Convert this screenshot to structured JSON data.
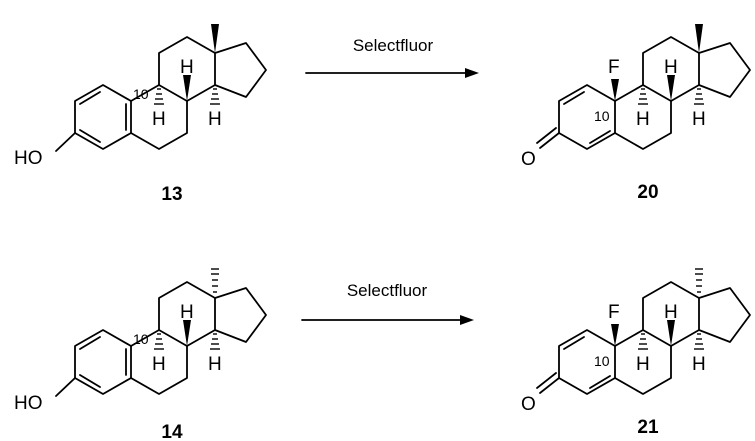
{
  "reactions": [
    {
      "reagent": "Selectfluor",
      "reactant": {
        "number": "13",
        "labels": {
          "oh": "HO",
          "c10": "10",
          "h9": "H",
          "h8": "H",
          "h14": "H"
        }
      },
      "product": {
        "number": "20",
        "labels": {
          "o": "O",
          "f": "F",
          "c10": "10",
          "h9": "H",
          "h8": "H",
          "h14": "H"
        }
      }
    },
    {
      "reagent": "Selectfluor",
      "reactant": {
        "number": "14",
        "labels": {
          "oh": "HO",
          "c10": "10",
          "h9": "H",
          "h8": "H",
          "h14": "H"
        }
      },
      "product": {
        "number": "21",
        "labels": {
          "o": "O",
          "f": "F",
          "c10": "10",
          "h9": "H",
          "h8": "H",
          "h14": "H"
        }
      }
    }
  ]
}
